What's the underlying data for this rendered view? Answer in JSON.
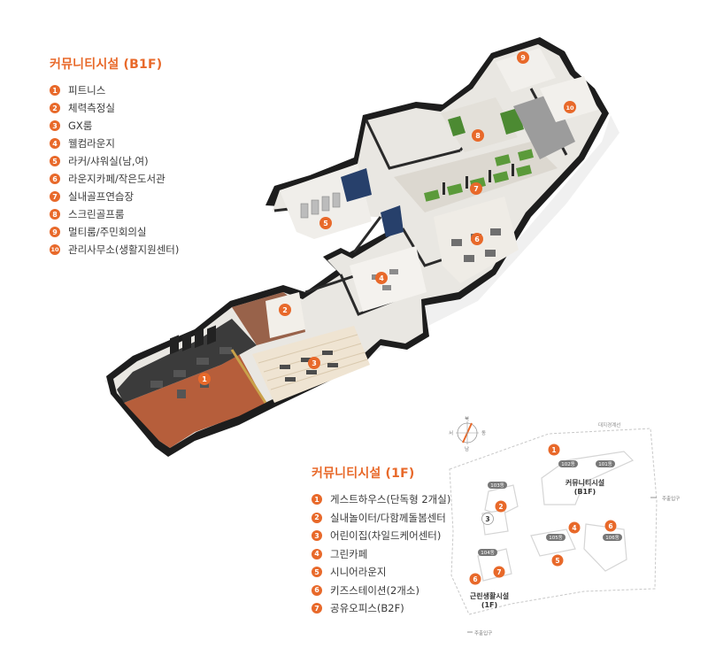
{
  "b1_legend": {
    "title": "커뮤니티시설 (B1F)",
    "items": [
      {
        "n": "1",
        "label": "피트니스"
      },
      {
        "n": "2",
        "label": "체력측정실"
      },
      {
        "n": "3",
        "label": "GX룸"
      },
      {
        "n": "4",
        "label": "웰컴라운지"
      },
      {
        "n": "5",
        "label": "라커/샤워실(남,여)"
      },
      {
        "n": "6",
        "label": "라운지카페/작은도서관"
      },
      {
        "n": "7",
        "label": "실내골프연습장"
      },
      {
        "n": "8",
        "label": "스크린골프룸"
      },
      {
        "n": "9",
        "label": "멀티룸/주민회의실"
      },
      {
        "n": "10",
        "label": "관리사무소(생활지원센터)"
      }
    ]
  },
  "f1_legend": {
    "title": "커뮤니티시설 (1F)",
    "items": [
      {
        "n": "1",
        "label": "게스트하우스(단독형 2개실)"
      },
      {
        "n": "2",
        "label": "실내놀이터/다함께돌봄센터"
      },
      {
        "n": "3",
        "label": "어린이집(차일드케어센터)"
      },
      {
        "n": "4",
        "label": "그린카페"
      },
      {
        "n": "5",
        "label": "시니어라운지"
      },
      {
        "n": "6",
        "label": "키즈스테이션(2개소)"
      },
      {
        "n": "7",
        "label": "공유오피스(B2F)"
      }
    ]
  },
  "floorplan_markers": [
    "1",
    "2",
    "3",
    "4",
    "5",
    "6",
    "7",
    "8",
    "9",
    "10"
  ],
  "site_map": {
    "compass": {
      "n": "북",
      "e": "동",
      "s": "남",
      "w": "서"
    },
    "boundary_label": "대지경계선",
    "entrances": [
      "주출입구",
      "주출입구"
    ],
    "buildings": [
      "101동",
      "102동",
      "103동",
      "104동",
      "105동",
      "106동"
    ],
    "community_b1": "커뮤니티시설\n(B1F)",
    "community_b1_line1": "커뮤니티시설",
    "community_b1_line2": "(B1F)",
    "retail_line1": "근린생활시설",
    "retail_line2": "(1F)",
    "markers": [
      "1",
      "2",
      "3",
      "4",
      "5",
      "6",
      "6",
      "7"
    ]
  },
  "colors": {
    "accent": "#e8692a",
    "wall": "#1f1f1f",
    "floor": "#e9e7e2",
    "fitness_floor": "#b65e3b",
    "golf_green": "#5b9a3a"
  }
}
